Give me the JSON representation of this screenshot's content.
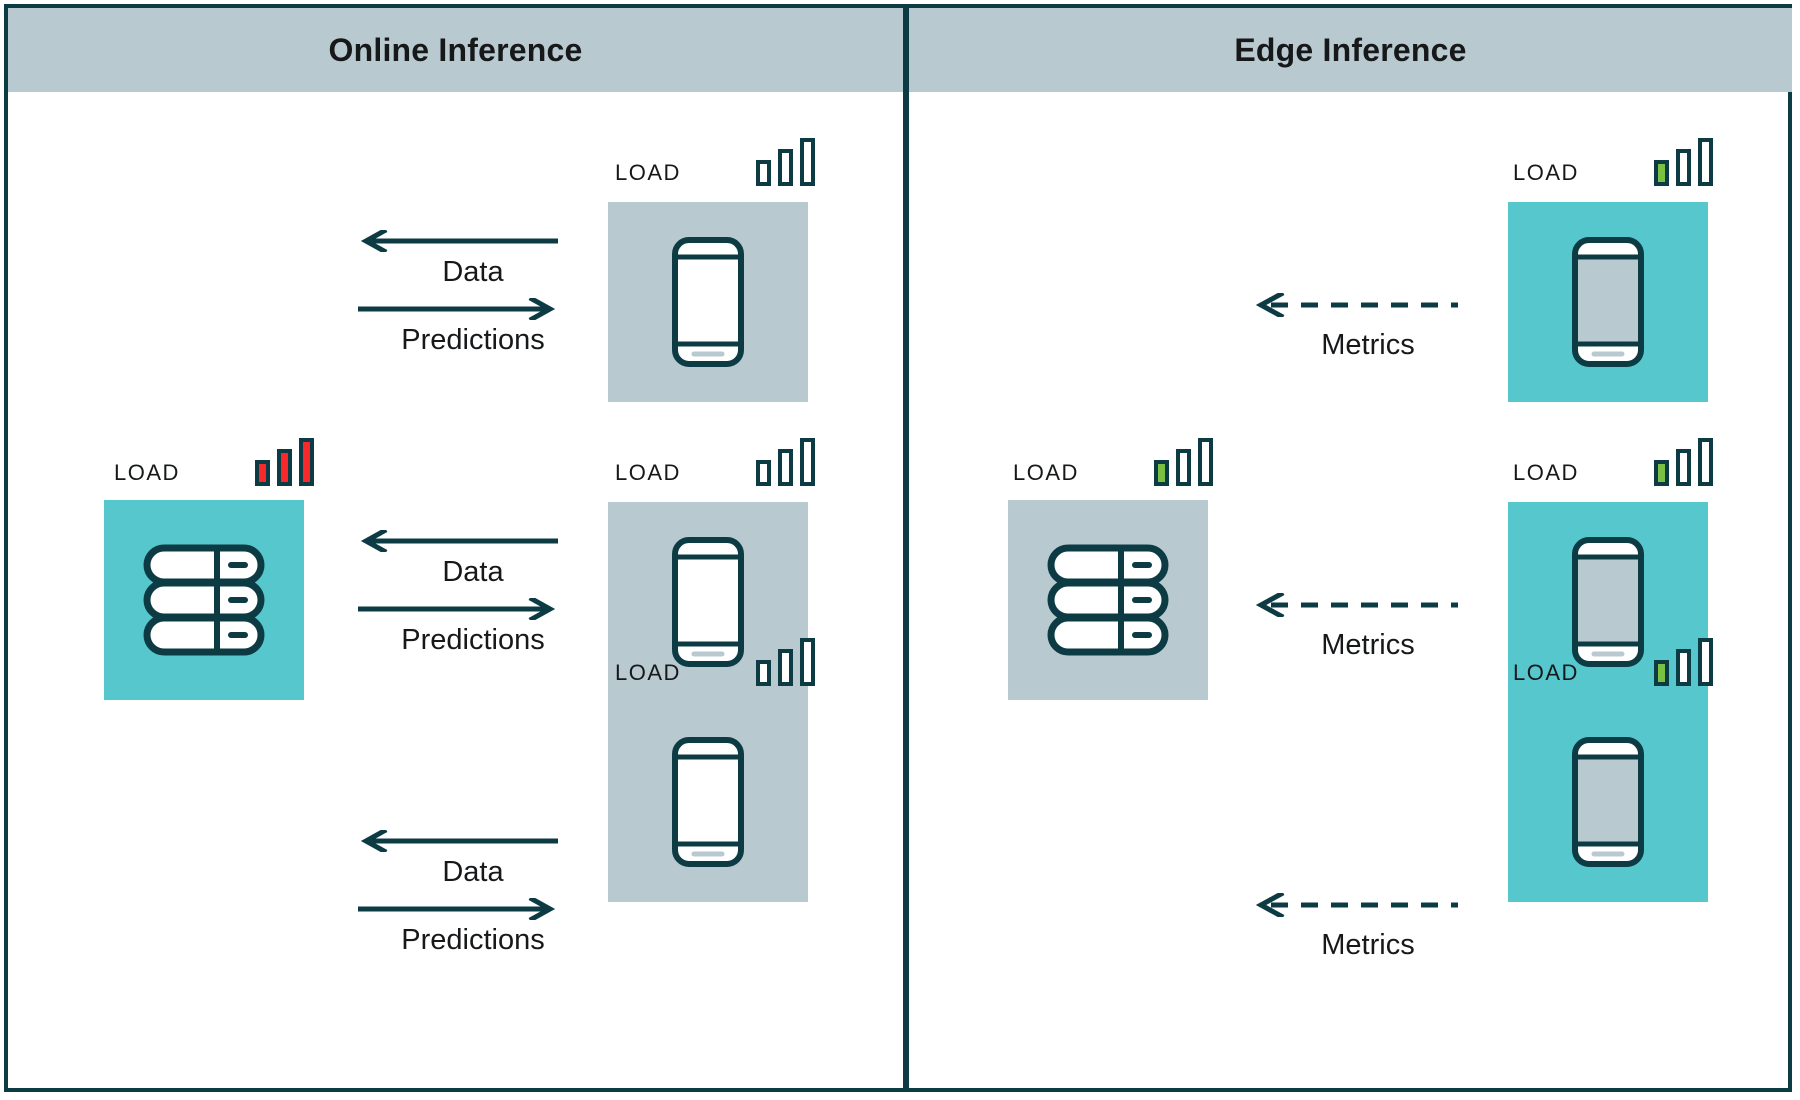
{
  "panels": {
    "left": {
      "title": "Online Inference",
      "header_bg": "#b9c9d0",
      "server": {
        "box_color": "#55c7cd",
        "icon": "server-icon",
        "load": {
          "label": "LOAD",
          "bars": [
            "filled",
            "filled",
            "filled"
          ],
          "fill_color": "#f9282b"
        }
      },
      "devices": [
        {
          "icon": "phone-icon",
          "box_color": "#b9c9d0",
          "load": {
            "label": "LOAD",
            "bars": [
              "empty",
              "empty",
              "empty"
            ],
            "fill_color": "#0d3b44"
          },
          "flows": [
            {
              "label": "Data",
              "direction": "left",
              "style": "solid"
            },
            {
              "label": "Predictions",
              "direction": "right",
              "style": "solid"
            }
          ]
        },
        {
          "icon": "phone-icon",
          "box_color": "#b9c9d0",
          "load": {
            "label": "LOAD",
            "bars": [
              "empty",
              "empty",
              "empty"
            ],
            "fill_color": "#0d3b44"
          },
          "flows": [
            {
              "label": "Data",
              "direction": "left",
              "style": "solid"
            },
            {
              "label": "Predictions",
              "direction": "right",
              "style": "solid"
            }
          ]
        },
        {
          "icon": "phone-icon",
          "box_color": "#b9c9d0",
          "load": {
            "label": "LOAD",
            "bars": [
              "empty",
              "empty",
              "empty"
            ],
            "fill_color": "#0d3b44"
          },
          "flows": [
            {
              "label": "Data",
              "direction": "left",
              "style": "solid"
            },
            {
              "label": "Predictions",
              "direction": "right",
              "style": "solid"
            }
          ]
        }
      ]
    },
    "right": {
      "title": "Edge Inference",
      "header_bg": "#b9c9d0",
      "server": {
        "box_color": "#b9c9d0",
        "icon": "server-icon",
        "load": {
          "label": "LOAD",
          "bars": [
            "filled",
            "empty",
            "empty"
          ],
          "fill_color": "#7ac143"
        }
      },
      "devices": [
        {
          "icon": "phone-icon",
          "box_color": "#55c7cd",
          "load": {
            "label": "LOAD",
            "bars": [
              "filled",
              "empty",
              "empty"
            ],
            "fill_color": "#7ac143"
          },
          "flows": [
            {
              "label": "Metrics",
              "direction": "left",
              "style": "dashed"
            }
          ]
        },
        {
          "icon": "phone-icon",
          "box_color": "#55c7cd",
          "load": {
            "label": "LOAD",
            "bars": [
              "filled",
              "empty",
              "empty"
            ],
            "fill_color": "#7ac143"
          },
          "flows": [
            {
              "label": "Metrics",
              "direction": "left",
              "style": "dashed"
            }
          ]
        },
        {
          "icon": "phone-icon",
          "box_color": "#55c7cd",
          "load": {
            "label": "LOAD",
            "bars": [
              "filled",
              "empty",
              "empty"
            ],
            "fill_color": "#7ac143"
          },
          "flows": [
            {
              "label": "Metrics",
              "direction": "left",
              "style": "dashed"
            }
          ]
        }
      ]
    }
  },
  "colors": {
    "ink": "#0d3b44",
    "teal": "#55c7cd",
    "gray": "#b9c9d0",
    "red": "#f9282b",
    "green": "#7ac143",
    "white": "#ffffff"
  }
}
